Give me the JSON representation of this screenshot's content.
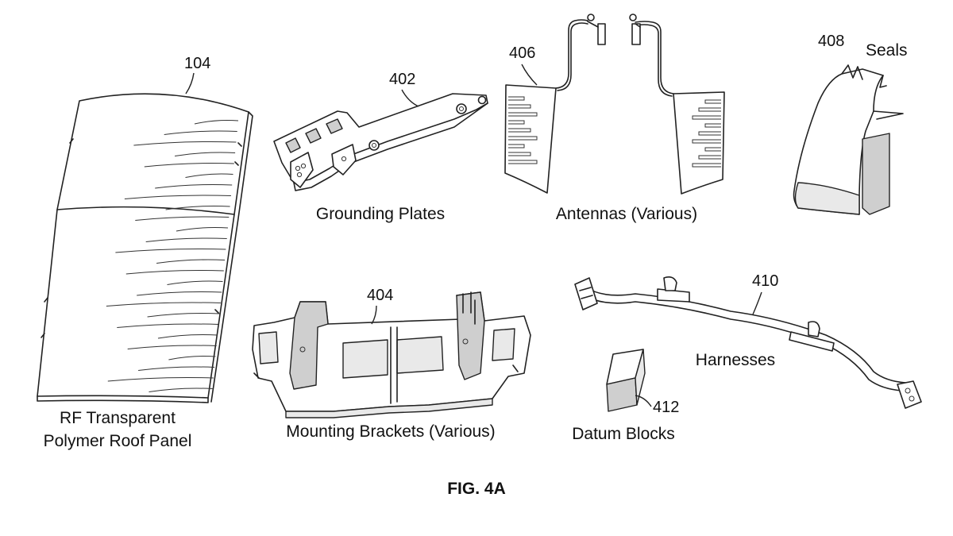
{
  "figure": {
    "caption": "FIG. 4A",
    "components": [
      {
        "ref": "104",
        "label_lines": [
          "RF Transparent",
          "Polymer Roof Panel"
        ]
      },
      {
        "ref": "402",
        "label_lines": [
          "Grounding Plates"
        ]
      },
      {
        "ref": "406",
        "label_lines": [
          "Antennas (Various)"
        ]
      },
      {
        "ref": "408",
        "label_lines": [
          "Seals"
        ]
      },
      {
        "ref": "404",
        "label_lines": [
          "Mounting Brackets (Various)"
        ]
      },
      {
        "ref": "410",
        "label_lines": [
          "Harnesses"
        ]
      },
      {
        "ref": "412",
        "label_lines": [
          "Datum Blocks"
        ]
      }
    ]
  }
}
